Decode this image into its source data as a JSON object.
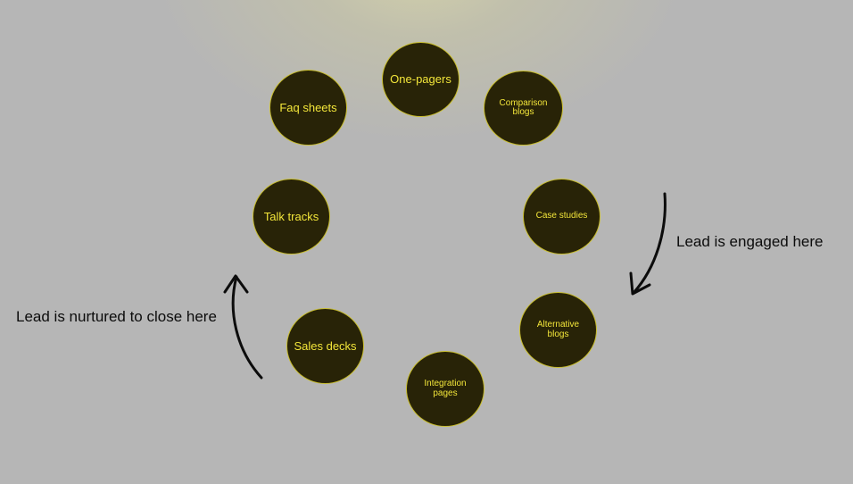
{
  "nodes": [
    {
      "id": "one-pagers",
      "label": "One-pagers"
    },
    {
      "id": "comparison-blogs",
      "label": "Comparison blogs"
    },
    {
      "id": "case-studies",
      "label": "Case studies"
    },
    {
      "id": "alternative-blogs",
      "label": "Alternative blogs"
    },
    {
      "id": "integration-pages",
      "label": "Integration pages"
    },
    {
      "id": "sales-decks",
      "label": "Sales decks"
    },
    {
      "id": "talk-tracks",
      "label": "Talk tracks"
    },
    {
      "id": "faq-sheets",
      "label": "Faq sheets"
    }
  ],
  "captions": {
    "engaged": "Lead is engaged here",
    "nurtured": "Lead is nurtured to close here"
  },
  "colors": {
    "background": "#b6b6b6",
    "node_fill": "#282307",
    "node_border": "#c8bd2c",
    "node_text": "#f3e63a",
    "caption_text": "#0c0c0c"
  }
}
